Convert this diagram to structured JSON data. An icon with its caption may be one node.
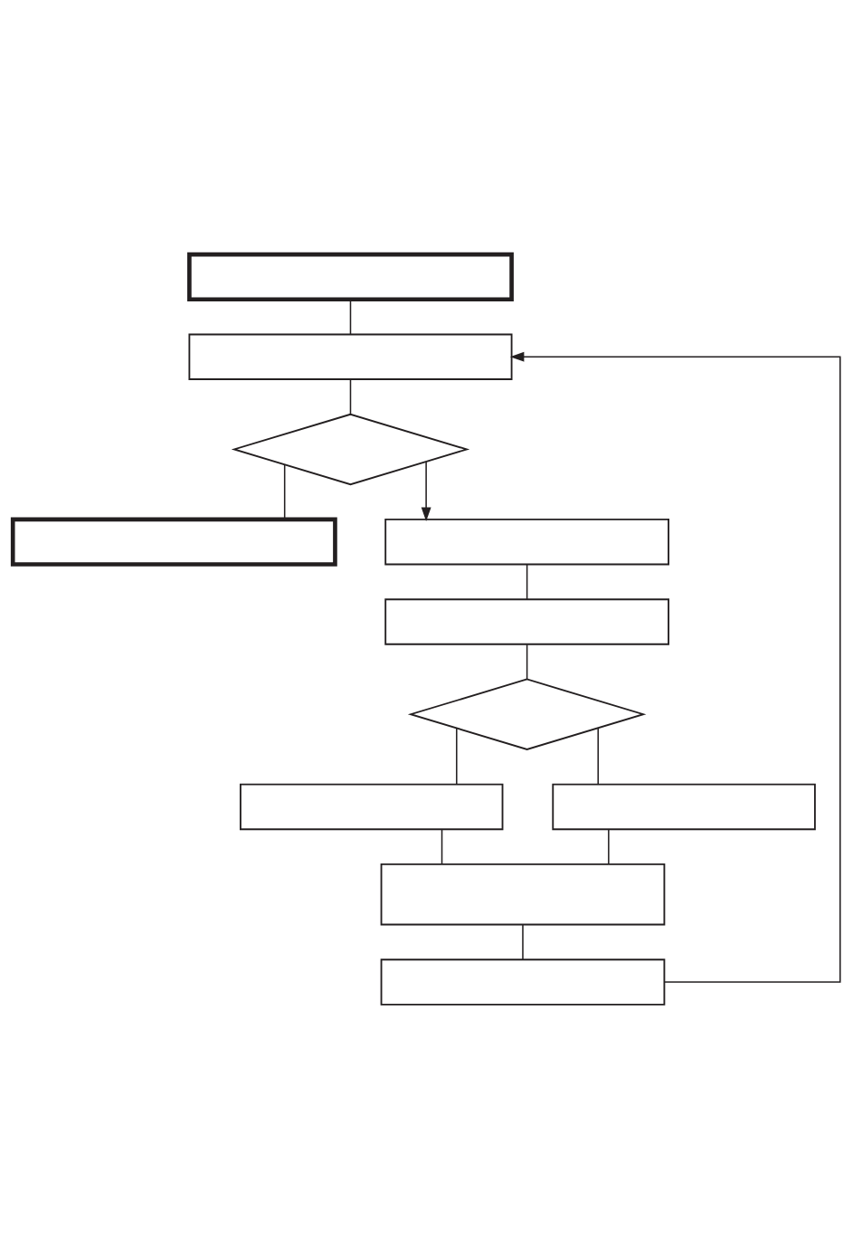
{
  "diagram": {
    "nodes": [
      {
        "text": [],
        "shape": "box"
      },
      {
        "text": [],
        "shape": "box"
      },
      {
        "text": [],
        "shape": "diamond"
      },
      {
        "text": [],
        "shape": "box"
      },
      {
        "text": [],
        "shape": "box"
      },
      {
        "text": [],
        "shape": "box"
      },
      {
        "text": [],
        "shape": "diamond"
      },
      {
        "text": [],
        "shape": "box"
      },
      {
        "text": [],
        "shape": "box"
      },
      {
        "text": [],
        "shape": "box"
      },
      {
        "text": [],
        "shape": "box"
      }
    ],
    "edges": [
      {
        "from": 0,
        "to": 1,
        "arrow": "none"
      },
      {
        "from": 1,
        "to": 2,
        "arrow": "none"
      },
      {
        "from": 2,
        "to": 3,
        "arrow": "none"
      },
      {
        "from": 2,
        "to": 4,
        "arrow": "to"
      },
      {
        "from": 4,
        "to": 5,
        "arrow": "none"
      },
      {
        "from": 5,
        "to": 6,
        "arrow": "none"
      },
      {
        "from": 6,
        "to": 7,
        "arrow": "none"
      },
      {
        "from": 6,
        "to": 8,
        "arrow": "none"
      },
      {
        "from": 7,
        "to": 9,
        "arrow": "none"
      },
      {
        "from": 8,
        "to": 9,
        "arrow": "none"
      },
      {
        "from": 9,
        "to": 10,
        "arrow": "none"
      },
      {
        "from": 10,
        "to": 1,
        "arrow": "to"
      }
    ]
  }
}
